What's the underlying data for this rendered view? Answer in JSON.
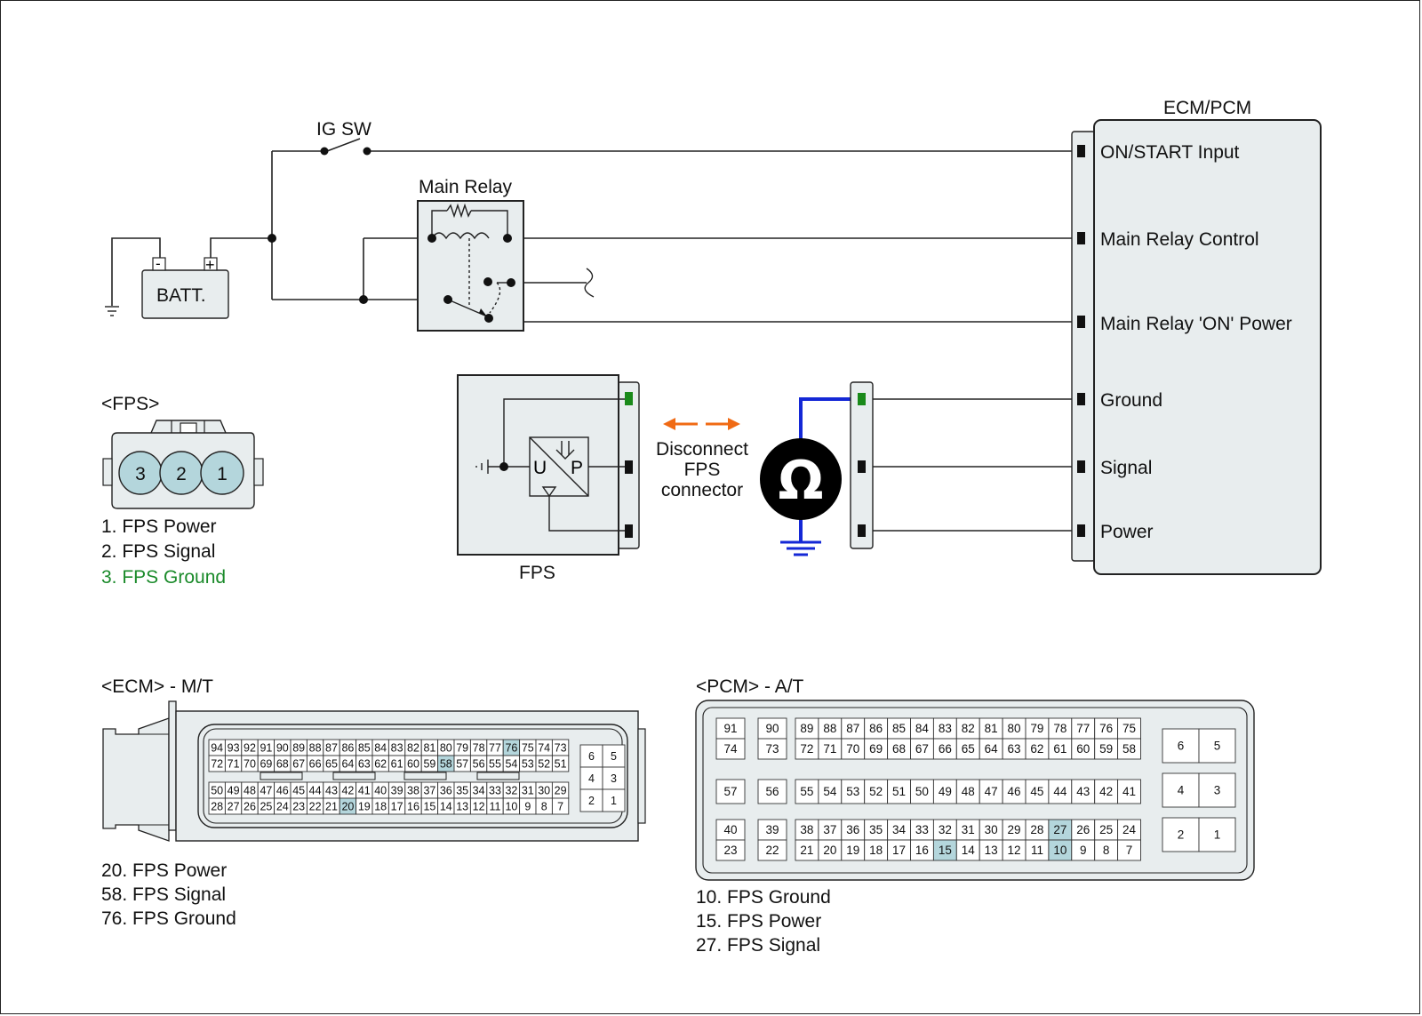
{
  "colors": {
    "panel_fill": "#e8edee",
    "pin_highlight": "#b4d6dc",
    "ohm_wire": "#1428d6",
    "ground_pin": "#1a8a1a",
    "arrow": "#f06a14",
    "fps_ground_text": "#1a8a2a"
  },
  "labels": {
    "ig_sw": "IG SW",
    "batt": "BATT.",
    "batt_minus": "-",
    "batt_plus": "+",
    "main_relay": "Main Relay",
    "fps": "FPS",
    "disconnect": [
      "Disconnect",
      "FPS",
      "connector"
    ],
    "ohm": "Ω",
    "sensor_u": "U",
    "sensor_p": "P"
  },
  "ecm_pcm": {
    "title": "ECM/PCM",
    "terminals": [
      "ON/START Input",
      "Main Relay Control",
      "Main Relay 'ON' Power",
      "Ground",
      "Signal",
      "Power"
    ]
  },
  "fps_connector": {
    "title": "<FPS>",
    "pins": [
      "3",
      "2",
      "1"
    ],
    "legend": [
      "1. FPS Power",
      "2. FPS Signal",
      "3. FPS Ground"
    ]
  },
  "ecm_connector": {
    "title": "<ECM> - M/T",
    "row1": [
      94,
      93,
      92,
      91,
      90,
      89,
      88,
      87,
      86,
      85,
      84,
      83,
      82,
      81,
      80,
      79,
      78,
      77,
      76,
      75,
      74,
      73
    ],
    "row2": [
      72,
      71,
      70,
      69,
      68,
      67,
      66,
      65,
      64,
      63,
      62,
      61,
      60,
      59,
      58,
      57,
      56,
      55,
      54,
      53,
      52,
      51
    ],
    "row3": [
      50,
      49,
      48,
      47,
      46,
      45,
      44,
      43,
      42,
      41,
      40,
      39,
      38,
      37,
      36,
      35,
      34,
      33,
      32,
      31,
      30,
      29
    ],
    "row4": [
      28,
      27,
      26,
      25,
      24,
      23,
      22,
      21,
      20,
      19,
      18,
      17,
      16,
      15,
      14,
      13,
      12,
      11,
      10,
      9,
      8,
      7
    ],
    "side": [
      [
        6,
        5
      ],
      [
        4,
        3
      ],
      [
        2,
        1
      ]
    ],
    "highlight": [
      76,
      58,
      20
    ],
    "legend": [
      "20. FPS Power",
      "58. FPS Signal",
      "76. FPS Ground"
    ]
  },
  "pcm_connector": {
    "title": "<PCM> - A/T",
    "top_left": [
      [
        91,
        74
      ],
      [
        90,
        73
      ]
    ],
    "top_row1": [
      89,
      88,
      87,
      86,
      85,
      84,
      83,
      82,
      81,
      80,
      79,
      78,
      77,
      76,
      75
    ],
    "top_row2": [
      72,
      71,
      70,
      69,
      68,
      67,
      66,
      65,
      64,
      63,
      62,
      61,
      60,
      59,
      58
    ],
    "mid_left": [
      57,
      56
    ],
    "mid_row": [
      55,
      54,
      53,
      52,
      51,
      50,
      49,
      48,
      47,
      46,
      45,
      44,
      43,
      42,
      41
    ],
    "bot_left": [
      [
        40,
        23
      ],
      [
        39,
        22
      ]
    ],
    "bot_row1": [
      38,
      37,
      36,
      35,
      34,
      33,
      32,
      31,
      30,
      29,
      28,
      27,
      26,
      25,
      24
    ],
    "bot_row2": [
      21,
      20,
      19,
      18,
      17,
      16,
      15,
      14,
      13,
      12,
      11,
      10,
      9,
      8,
      7
    ],
    "side": [
      [
        6,
        5
      ],
      [
        4,
        3
      ],
      [
        2,
        1
      ]
    ],
    "highlight": [
      27,
      15,
      10
    ],
    "legend": [
      "10. FPS Ground",
      "15. FPS Power",
      "27. FPS Signal"
    ]
  }
}
